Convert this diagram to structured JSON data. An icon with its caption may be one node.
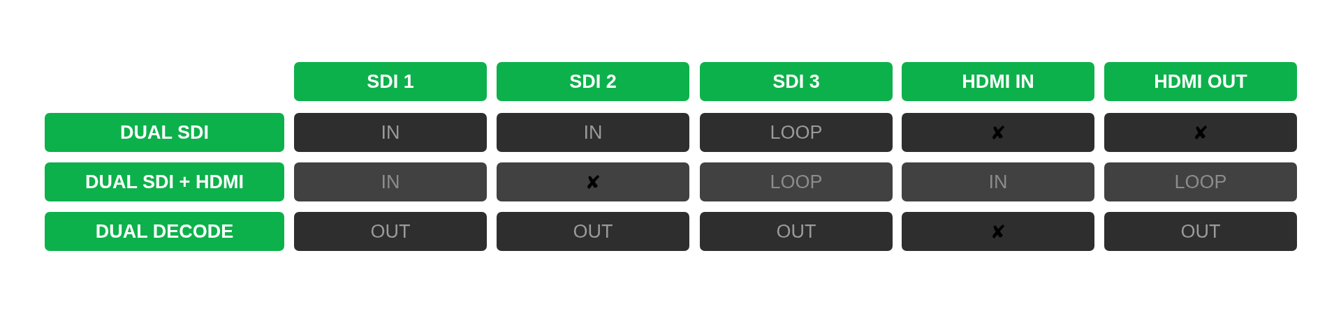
{
  "diagram": {
    "labels": [
      "SDI 1",
      "SDI 2",
      "SDI 3",
      "HDMI IN",
      "HDMI OUT",
      "DUAL SDI",
      "IN",
      "IN",
      "LOOP",
      "✘",
      "✘",
      "DUAL SDI + HDMI",
      "IN",
      "✘",
      "LOOP",
      "IN",
      "LOOP",
      "DUAL DECODE",
      "OUT",
      "OUT",
      "OUT",
      "✘",
      "OUT"
    ]
  }
}
